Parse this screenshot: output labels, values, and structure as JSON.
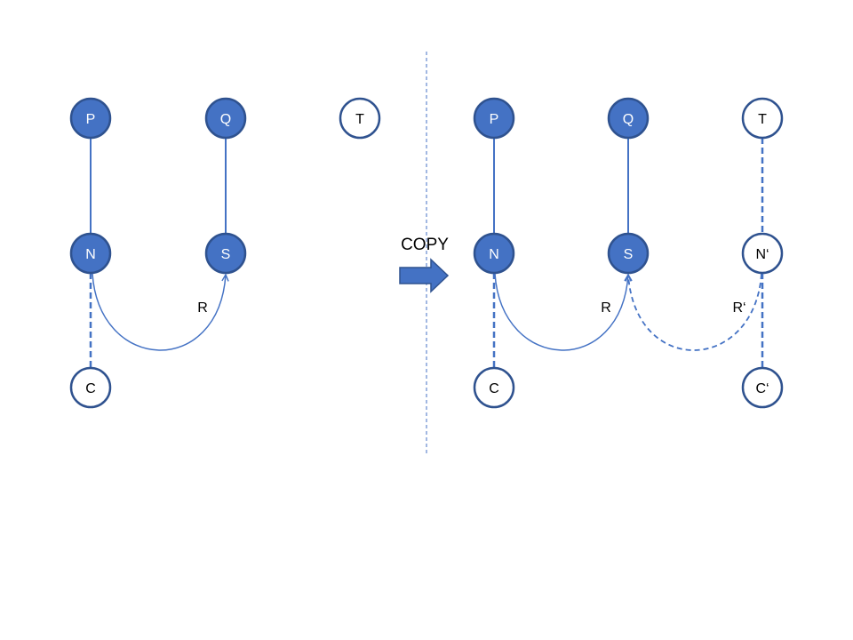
{
  "colors": {
    "node_fill": "#4472c4",
    "node_stroke": "#2f528f",
    "node_empty_fill": "#ffffff",
    "edge": "#4472c4",
    "divider": "#4472c4",
    "arrow_fill": "#4472c4",
    "arrow_stroke": "#2f528f"
  },
  "arrow_label": "COPY",
  "left": {
    "nodes": {
      "p": "P",
      "q": "Q",
      "t": "T",
      "n": "N",
      "s": "S",
      "c": "C"
    },
    "edge_label_r": "R"
  },
  "right": {
    "nodes": {
      "p": "P",
      "q": "Q",
      "t": "T",
      "n": "N",
      "s": "S",
      "n_prime": "N‘",
      "c": "C",
      "c_prime": "C‘"
    },
    "edge_label_r": "R",
    "edge_label_r_prime": "R‘"
  }
}
